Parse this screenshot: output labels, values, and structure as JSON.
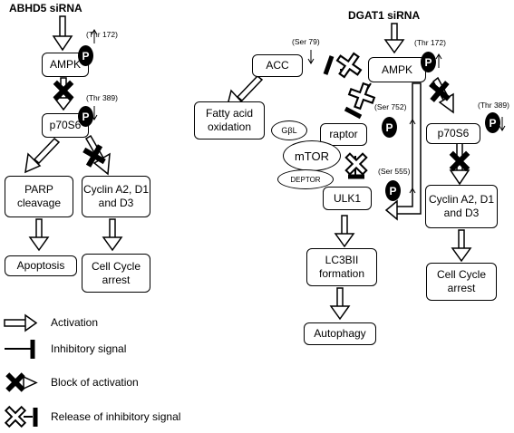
{
  "left": {
    "title": "ABHD5 siRNA",
    "ampk": "AMPK",
    "ampk_site": "(Thr 172)",
    "p70s6": "p70S6",
    "p70s6_site": "(Thr 389)",
    "parp": "PARP cleavage",
    "cyclin": "Cyclin A2, D1 and D3",
    "apoptosis": "Apoptosis",
    "arrest": "Cell Cycle arrest"
  },
  "right": {
    "title": "DGAT1 siRNA",
    "acc": "ACC",
    "acc_site": "(Ser 79)",
    "ampk": "AMPK",
    "ampk_site": "(Thr 172)",
    "fatty": "Fatty acid oxidation",
    "raptor": "raptor",
    "raptor_site": "(Ser 752)",
    "gbl": "GβL",
    "mtor": "mTOR",
    "deptor": "DEPTOR",
    "p70s6": "p70S6",
    "p70s6_site": "(Thr 389)",
    "ulk1": "ULK1",
    "ulk1_site": "(Ser 555)",
    "cyclin": "Cyclin A2, D1 and D3",
    "lc3": "LC3BII formation",
    "arrest": "Cell Cycle arrest",
    "autophagy": "Autophagy"
  },
  "phospho_label": "P",
  "legend": {
    "activation": "Activation",
    "inhibitory": "Inhibitory signal",
    "block": "Block of activation",
    "release": "Release of inhibitory signal"
  },
  "icons": {
    "block": "solid-cross-icon",
    "release": "outlined-cross-icon",
    "activation": "hollow-arrow-icon",
    "inhibition": "t-bar-icon"
  }
}
